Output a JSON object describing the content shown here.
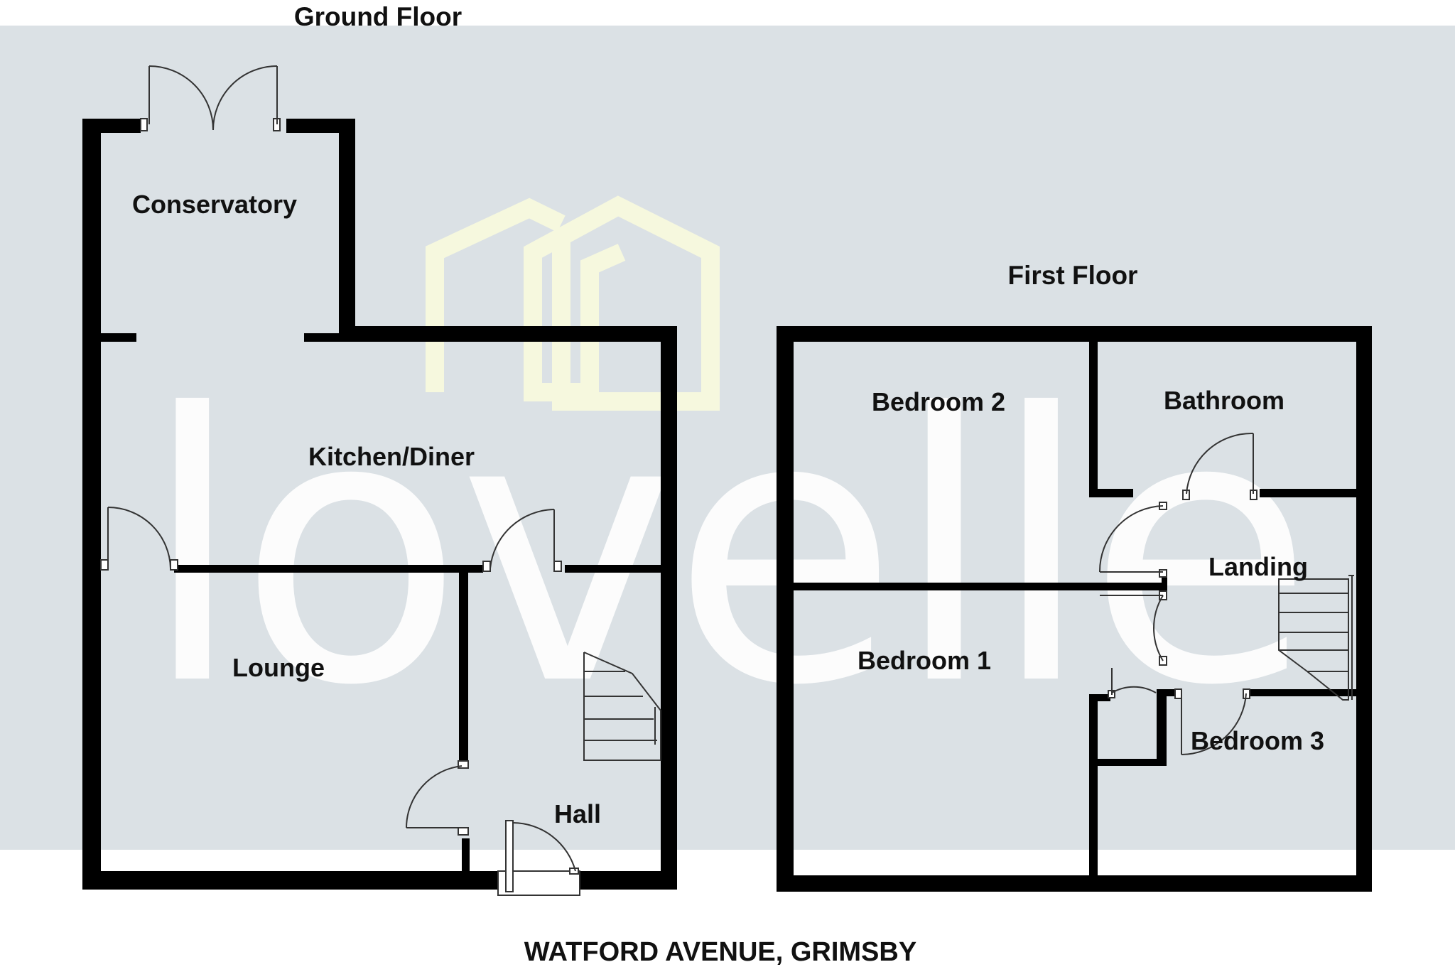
{
  "ground_floor": {
    "title": "Ground Floor",
    "rooms": {
      "conservatory": "Conservatory",
      "kitchen_diner": "Kitchen/Diner",
      "lounge": "Lounge",
      "hall": "Hall"
    }
  },
  "first_floor": {
    "title": "First Floor",
    "rooms": {
      "bedroom_2": "Bedroom 2",
      "bathroom": "Bathroom",
      "landing": "Landing",
      "bedroom_1": "Bedroom 1",
      "bedroom_3": "Bedroom 3"
    }
  },
  "address": "WATFORD AVENUE, GRIMSBY",
  "watermark": {
    "brand": "lovelle",
    "logo": "house-outline-logo"
  },
  "colors": {
    "background_band": "#dbe1e5",
    "walls": "#000000",
    "watermark_text": "#ffffff",
    "watermark_logo": "#f6f8de"
  }
}
